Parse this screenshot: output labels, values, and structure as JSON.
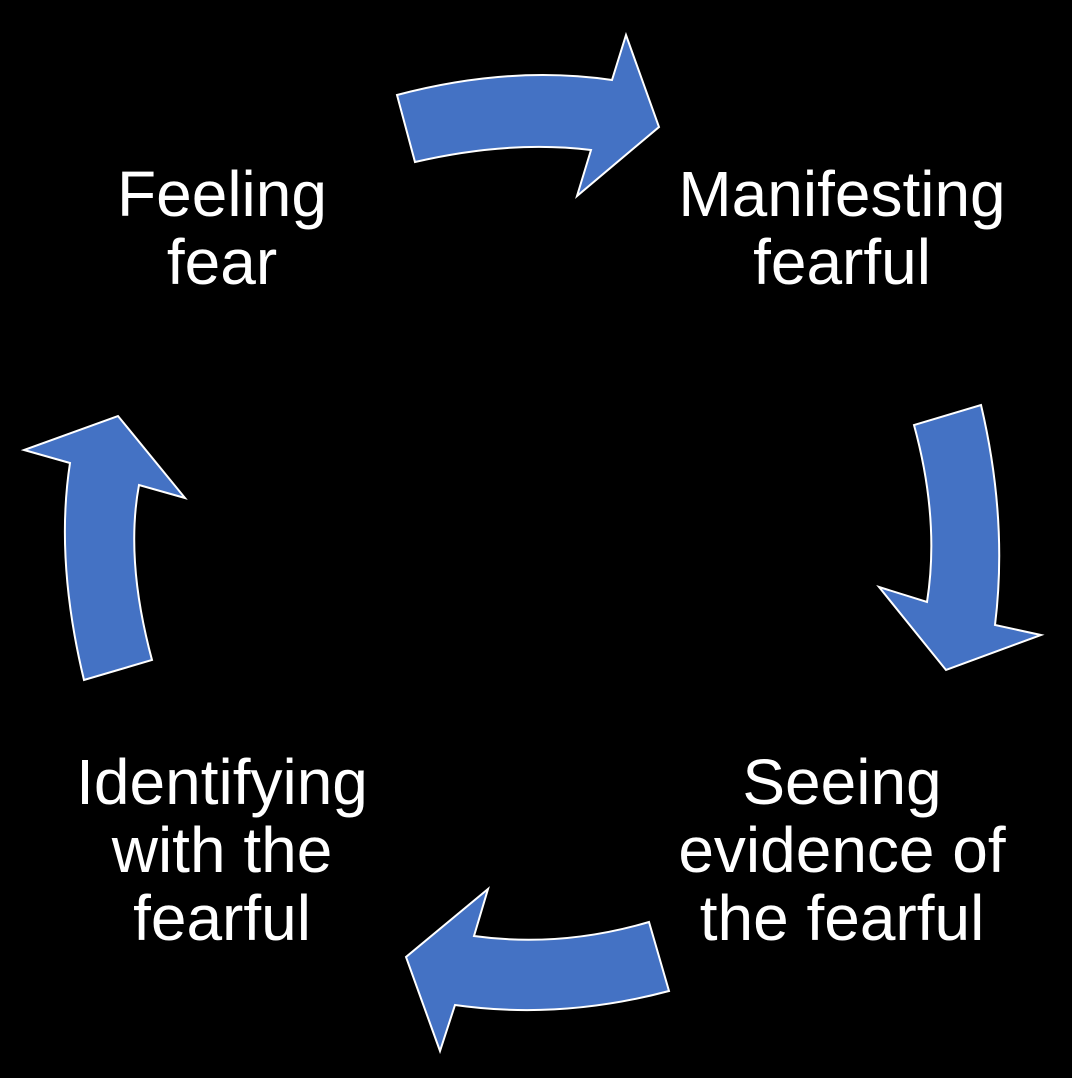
{
  "diagram": {
    "type": "cycle",
    "steps": [
      {
        "label": "Feeling\nfear"
      },
      {
        "label": "Manifesting\nfearful"
      },
      {
        "label": "Seeing\nevidence of\nthe fearful"
      },
      {
        "label": "Identifying\nwith the\nfearful"
      }
    ],
    "arrow_color": "#4472C4",
    "arrow_outline": "#FFFFFF",
    "background": "#000000",
    "text_color": "#FFFFFF"
  }
}
